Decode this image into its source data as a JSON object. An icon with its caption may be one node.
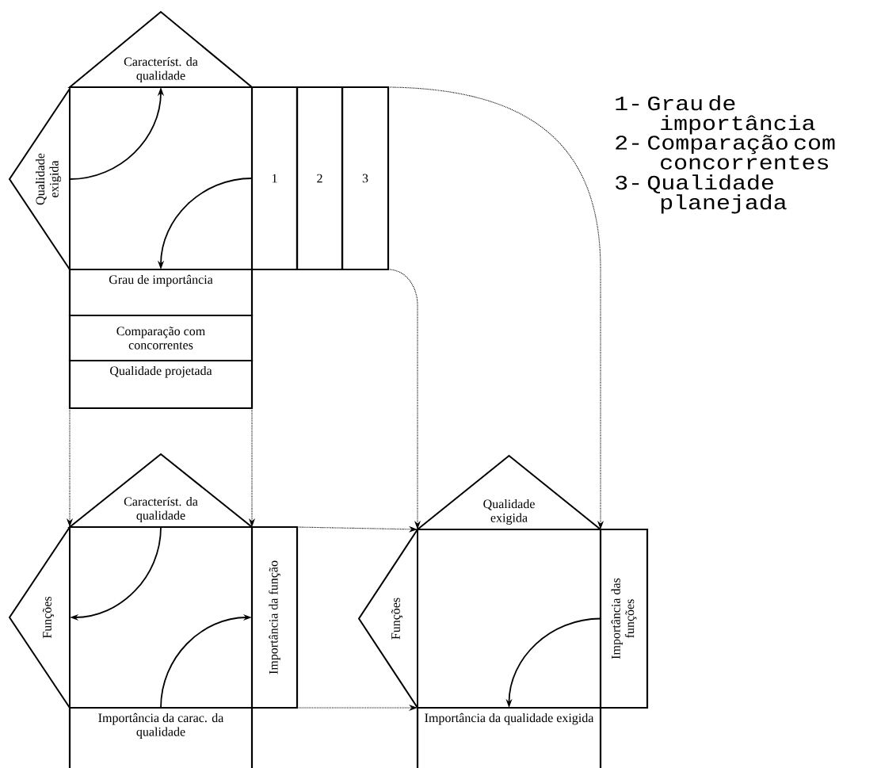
{
  "diagram": {
    "nodes": [
      {
        "text": [
          "Característ. da qualidade"
        ]
      },
      {
        "text": [
          "Qualidade exigida"
        ]
      },
      {
        "text": [
          "1"
        ]
      },
      {
        "text": [
          "2"
        ]
      },
      {
        "text": [
          "3"
        ]
      },
      {
        "text": [
          "Grau de importância"
        ]
      },
      {
        "text": [
          "Comparação com concorrentes"
        ]
      },
      {
        "text": [
          "Qualidade projetada"
        ]
      },
      {
        "text": [
          "Característ. da qualidade"
        ]
      },
      {
        "text": [
          "Funções"
        ]
      },
      {
        "text": [
          "Importância da função"
        ]
      },
      {
        "text": [
          "Importância da carac. da qualidade"
        ]
      },
      {
        "text": [
          "Qualidade exigida"
        ]
      },
      {
        "text": [
          "Funções"
        ]
      },
      {
        "text": [
          "Importância das funções"
        ]
      },
      {
        "text": [
          "Importância da qualidade exigida"
        ]
      }
    ],
    "edges": [
      {
        "from": 1,
        "to": 0,
        "arrow": "to"
      },
      {
        "from": 2,
        "to": 5,
        "arrow": "to"
      },
      {
        "from": 7,
        "to": 8,
        "arrow": "to",
        "style": "dashed"
      },
      {
        "from": 7,
        "to": 8,
        "arrow": "to",
        "style": "dashed"
      },
      {
        "from": 4,
        "to": 12,
        "arrow": "to",
        "style": "dashed"
      },
      {
        "from": 4,
        "to": 12,
        "arrow": "to",
        "style": "dashed"
      },
      {
        "from": 10,
        "to": 13,
        "arrow": "to",
        "style": "dashed"
      },
      {
        "from": 10,
        "to": 13,
        "arrow": "to",
        "style": "dashed"
      },
      {
        "from": 8,
        "to": 9,
        "arrow": "to"
      },
      {
        "from": 11,
        "to": 10,
        "arrow": "to"
      },
      {
        "from": 14,
        "to": 15,
        "arrow": "to"
      }
    ],
    "labels": [
      "1- Grau de importância",
      "2- Comparação com concorrentes",
      "3- Qualidade planejada"
    ]
  }
}
